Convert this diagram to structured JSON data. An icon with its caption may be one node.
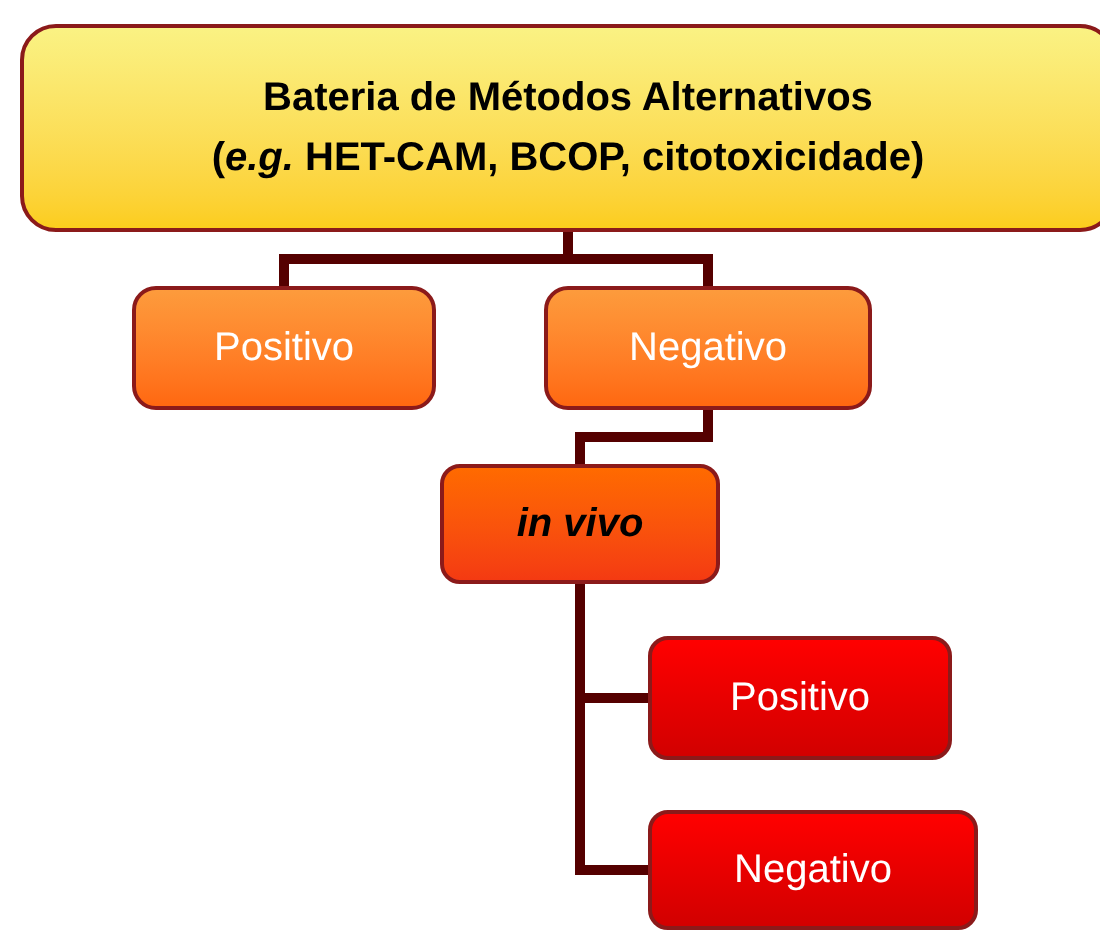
{
  "diagram": {
    "nodes": [
      {
        "text": [
          "Bateria de Métodos Alternativos",
          "(*e.g.* HET-CAM, BCOP, citotoxicidade)"
        ]
      },
      {
        "text": [
          "Positivo"
        ]
      },
      {
        "text": [
          "Negativo"
        ]
      },
      {
        "text": [
          "in vivo"
        ]
      },
      {
        "text": [
          "Positivo"
        ]
      },
      {
        "text": [
          "Negativo"
        ]
      }
    ],
    "edges": [
      {
        "from": 0,
        "to": 1,
        "arrow": "none"
      },
      {
        "from": 0,
        "to": 2,
        "arrow": "none"
      },
      {
        "from": 2,
        "to": 3,
        "arrow": "none"
      },
      {
        "from": 3,
        "to": 4,
        "arrow": "none"
      },
      {
        "from": 3,
        "to": 5,
        "arrow": "none"
      }
    ]
  }
}
